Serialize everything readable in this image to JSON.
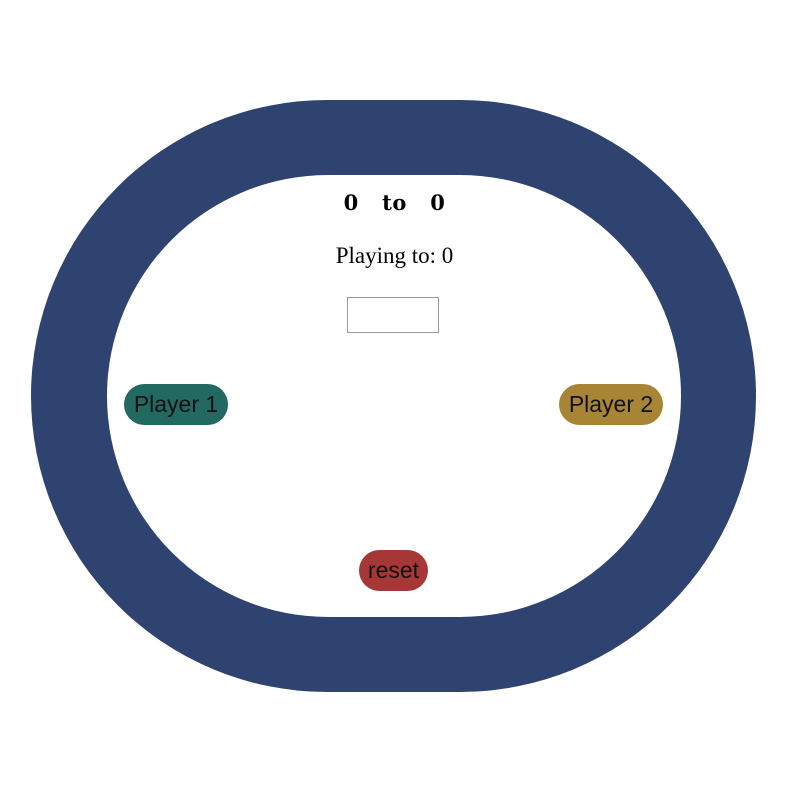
{
  "scoreboard": {
    "player1_score": "0",
    "separator": "to",
    "player2_score": "0"
  },
  "playing_to": {
    "label": "Playing to: ",
    "value": "0"
  },
  "target_input": {
    "value": "",
    "placeholder": ""
  },
  "buttons": {
    "player1_label": "Player 1",
    "player2_label": "Player 2",
    "reset_label": "reset"
  },
  "colors": {
    "track": "#2f4370",
    "player1": "#226962",
    "player2": "#a88534",
    "reset": "#a73637"
  }
}
